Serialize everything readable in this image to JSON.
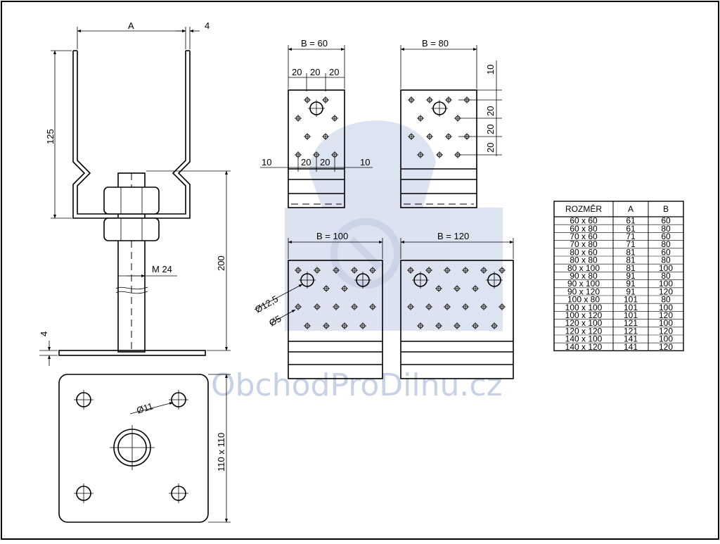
{
  "watermark": {
    "text": "ObchodProDilnu.cz",
    "color": "#c7d1e6"
  },
  "colors": {
    "ink": "#000000",
    "paper": "#ffffff"
  },
  "side_view": {
    "dim_a": "A",
    "dim_wall": "4",
    "dim_height_top": "125",
    "dim_height_total": "200",
    "dim_thread": "M 24",
    "dim_plate_thickness": "4"
  },
  "base_plate": {
    "dim_hole": "Ø11",
    "dim_size": "110 x 110"
  },
  "plates": {
    "b60": {
      "title": "B = 60",
      "top_spacing": [
        "20",
        "20",
        "20"
      ],
      "bottom_spacing": [
        "10",
        "20",
        "20",
        "10"
      ]
    },
    "b80": {
      "title": "B = 80",
      "side_spacing": [
        "10",
        "20",
        "20",
        "20"
      ]
    },
    "b100": {
      "title": "B = 100",
      "dim_large_hole": "Ø12,5",
      "dim_small_hole": "Ø5"
    },
    "b120": {
      "title": "B = 120"
    }
  },
  "table": {
    "headers": [
      "ROZMĚR",
      "A",
      "B"
    ],
    "rows": [
      [
        "60 x 60",
        "61",
        "60"
      ],
      [
        "60 x 80",
        "61",
        "80"
      ],
      [
        "70 x 60",
        "71",
        "60"
      ],
      [
        "70 x 80",
        "71",
        "80"
      ],
      [
        "80 x 60",
        "81",
        "60"
      ],
      [
        "80 x 80",
        "81",
        "80"
      ],
      [
        "80 x 100",
        "81",
        "100"
      ],
      [
        "90 x 80",
        "91",
        "80"
      ],
      [
        "90 x 100",
        "91",
        "100"
      ],
      [
        "90 x 120",
        "91",
        "120"
      ],
      [
        "100 x 80",
        "101",
        "80"
      ],
      [
        "100 x 100",
        "101",
        "100"
      ],
      [
        "100 x 120",
        "101",
        "120"
      ],
      [
        "120 x 100",
        "121",
        "100"
      ],
      [
        "120 x 120",
        "121",
        "120"
      ],
      [
        "140 x 100",
        "141",
        "100"
      ],
      [
        "140 x 120",
        "141",
        "120"
      ]
    ]
  }
}
